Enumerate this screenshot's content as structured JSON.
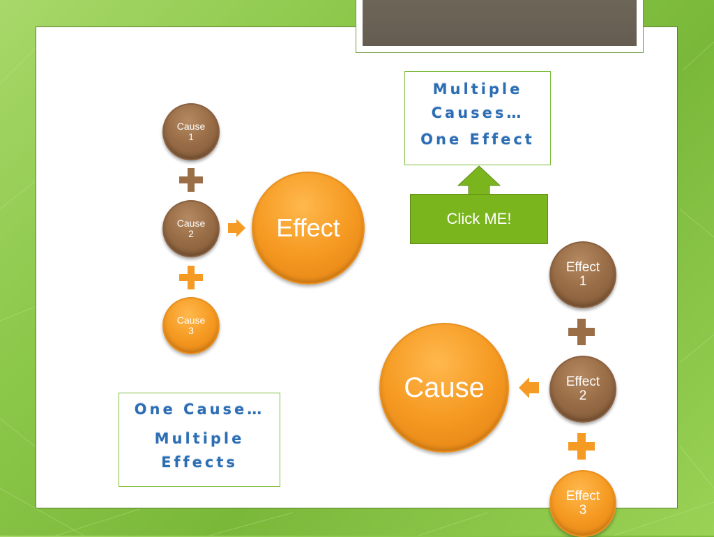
{
  "colors": {
    "brown": "#9a6e47",
    "orange": "#f59a22",
    "text_blue": "#2c6db3",
    "button_green": "#7ab51e"
  },
  "left_diagram": {
    "causes": [
      "Cause\n1",
      "Cause\n2",
      "Cause\n3"
    ],
    "effect": "Effect"
  },
  "right_diagram": {
    "cause": "Cause",
    "effects": [
      "Effect\n1",
      "Effect\n2",
      "Effect\n3"
    ]
  },
  "box_multiple_causes": {
    "line1": "Multiple\nCauses…",
    "line2": "One Effect"
  },
  "box_one_cause": {
    "line1": "One Cause…",
    "line2": "Multiple\nEffects"
  },
  "button": {
    "label": "Click ME!"
  },
  "icons": {
    "plus": "plus-icon",
    "arrow_right": "arrow-right-icon",
    "arrow_left": "arrow-left-icon",
    "arrow_up": "arrow-up-icon"
  }
}
